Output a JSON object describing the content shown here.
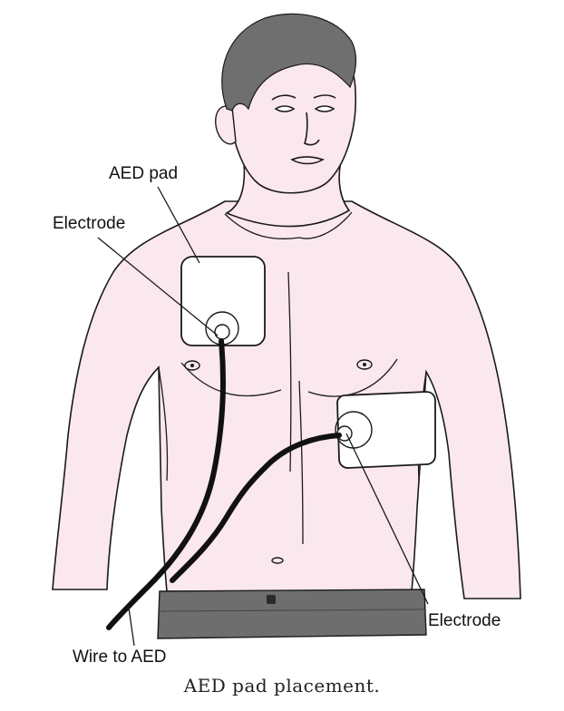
{
  "labels": {
    "aed_pad": "AED pad",
    "electrode_upper": "Electrode",
    "electrode_lower": "Electrode",
    "wire": "Wire to AED"
  },
  "caption": "AED pad placement.",
  "colors": {
    "skin": "#fbe8ee",
    "hair": "#6f6f6f",
    "pants": "#6e6e6e",
    "pad": "#ffffff",
    "outline": "#1a1a1a",
    "wire": "#111111"
  }
}
